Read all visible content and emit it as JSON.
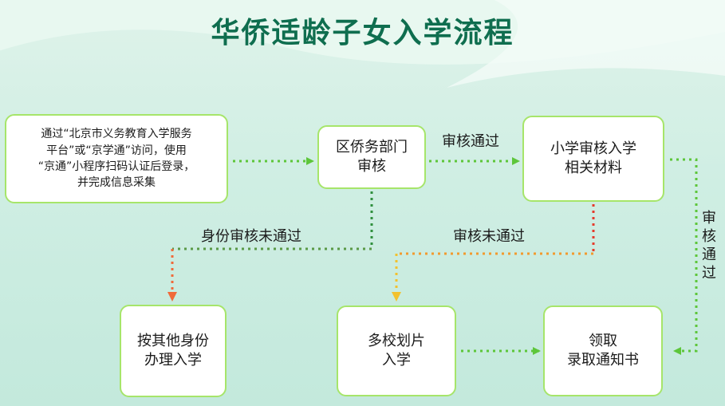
{
  "title": "华侨适龄子女入学流程",
  "boxes": {
    "login": "通过“北京市义务教育入学服务\n平台”或“京学通”访问，使用\n“京通”小程序扫码认证后登录，\n并完成信息采集",
    "district": "区侨务部门\n审核",
    "school": "小学审核入学\n相关材料",
    "other": "按其他身份\n办理入学",
    "multi": "多校划片\n入学",
    "notice": "领取\n录取通知书"
  },
  "labels": {
    "review_pass": "审核通过",
    "identity_fail": "身份审核未通过",
    "review_fail": "审核未通过",
    "review_pass_vertical": "审\n核\n通\n过"
  },
  "colors": {
    "title": "#0f6e4f",
    "box_border": "#a6e56a",
    "arrow_green": "#5dc63a",
    "arrow_dark_green": "#2f8f3d",
    "arrow_orange": "#f06a3a",
    "arrow_red": "#e53b2c",
    "arrow_yellow": "#f2c12e"
  }
}
